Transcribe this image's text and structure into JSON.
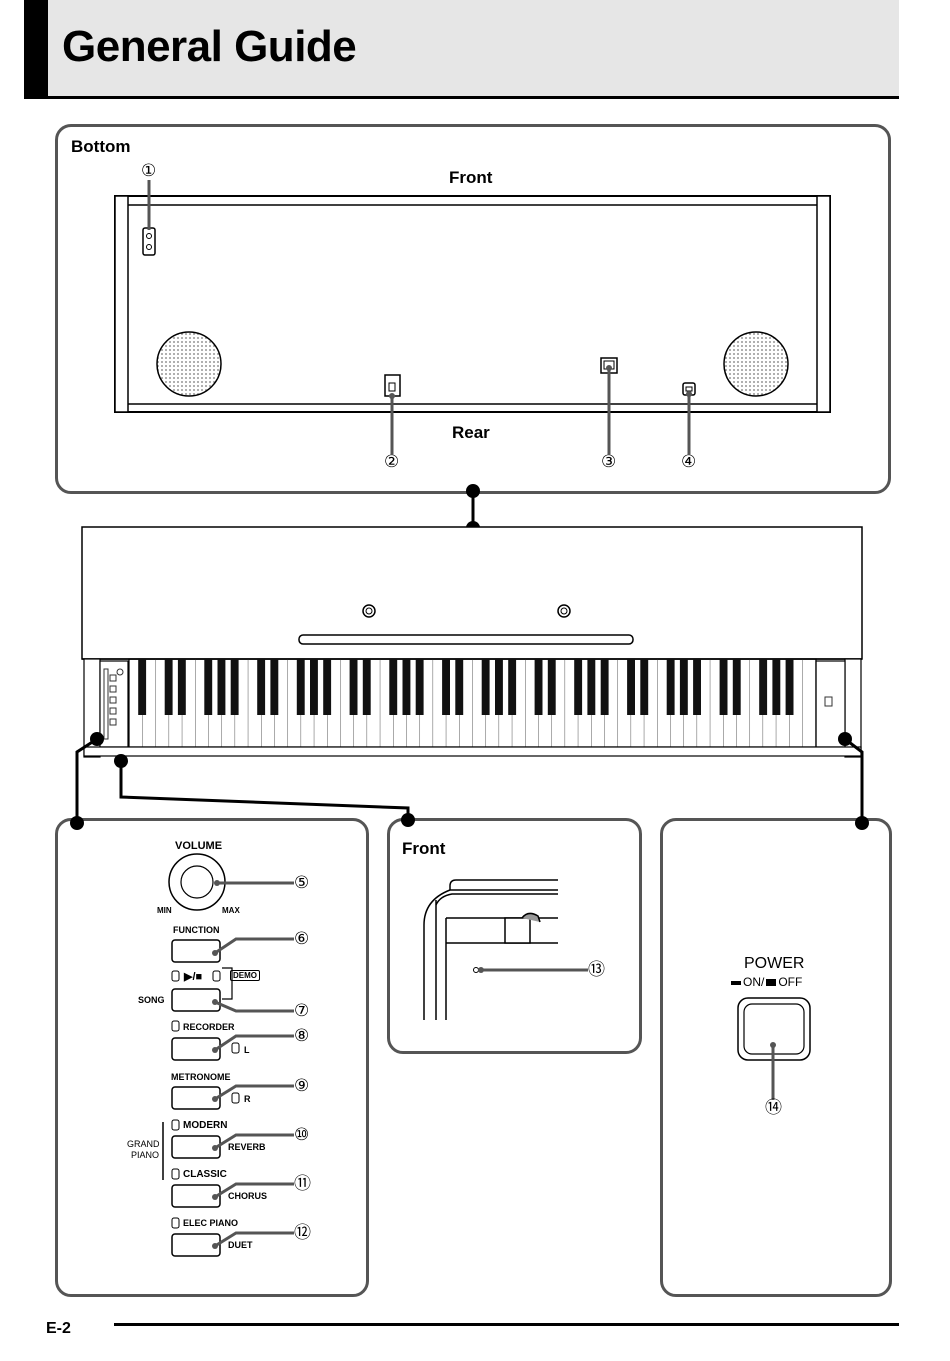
{
  "page": {
    "title": "General Guide",
    "page_number": "E-2"
  },
  "bottom_view": {
    "label": "Bottom",
    "front_label": "Front",
    "rear_label": "Rear",
    "callouts": [
      "①",
      "②",
      "③",
      "④"
    ]
  },
  "controls_panel": {
    "volume_label": "VOLUME",
    "volume_min": "MIN",
    "volume_max": "MAX",
    "function_label": "FUNCTION",
    "play_stop_symbol": "▶/■",
    "demo_label": "DEMO",
    "song_label": "SONG",
    "recorder_label": "RECORDER",
    "l_label": "L",
    "metronome_label": "METRONOME",
    "r_label": "R",
    "grand_label": "GRAND",
    "piano_label": "PIANO",
    "modern_label": "MODERN",
    "reverb_label": "REVERB",
    "classic_label": "CLASSIC",
    "chorus_label": "CHORUS",
    "elec_piano_label": "ELEC PIANO",
    "duet_label": "DUET",
    "callouts": [
      "⑤",
      "⑥",
      "⑦",
      "⑧",
      "⑨",
      "⑩",
      "⑪",
      "⑫"
    ]
  },
  "front_panel": {
    "label": "Front",
    "callout": "⑬"
  },
  "power_panel": {
    "power_label": "POWER",
    "on_label": "ON",
    "off_label": "OFF",
    "callout": "⑭"
  }
}
